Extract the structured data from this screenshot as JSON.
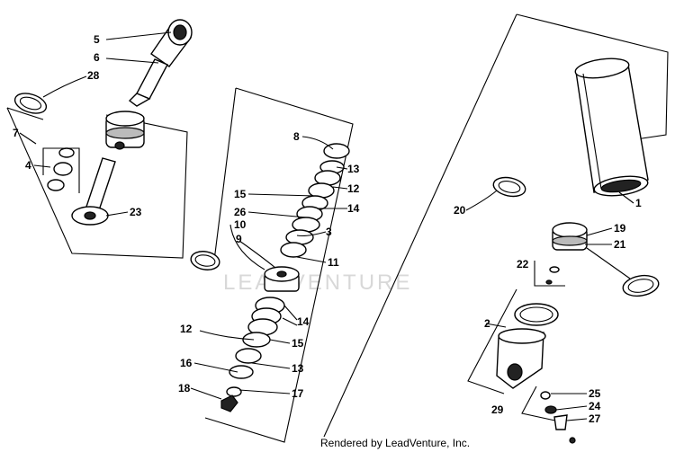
{
  "watermark": "LEADVENTURE",
  "credit": "Rendered by LeadVenture, Inc.",
  "callouts": {
    "c1": "1",
    "c2": "2",
    "c3": "3",
    "c4": "4",
    "c5": "5",
    "c6": "6",
    "c7": "7",
    "c8": "8",
    "c9": "9",
    "c10": "10",
    "c11": "11",
    "c12a": "12",
    "c12b": "12",
    "c13a": "13",
    "c13b": "13",
    "c14a": "14",
    "c14b": "14",
    "c15a": "15",
    "c15b": "15",
    "c16": "16",
    "c17": "17",
    "c18": "18",
    "c19": "19",
    "c20": "20",
    "c21": "21",
    "c22": "22",
    "c23": "23",
    "c24": "24",
    "c25": "25",
    "c26": "26",
    "c27": "27",
    "c28": "28",
    "c29": "29"
  }
}
